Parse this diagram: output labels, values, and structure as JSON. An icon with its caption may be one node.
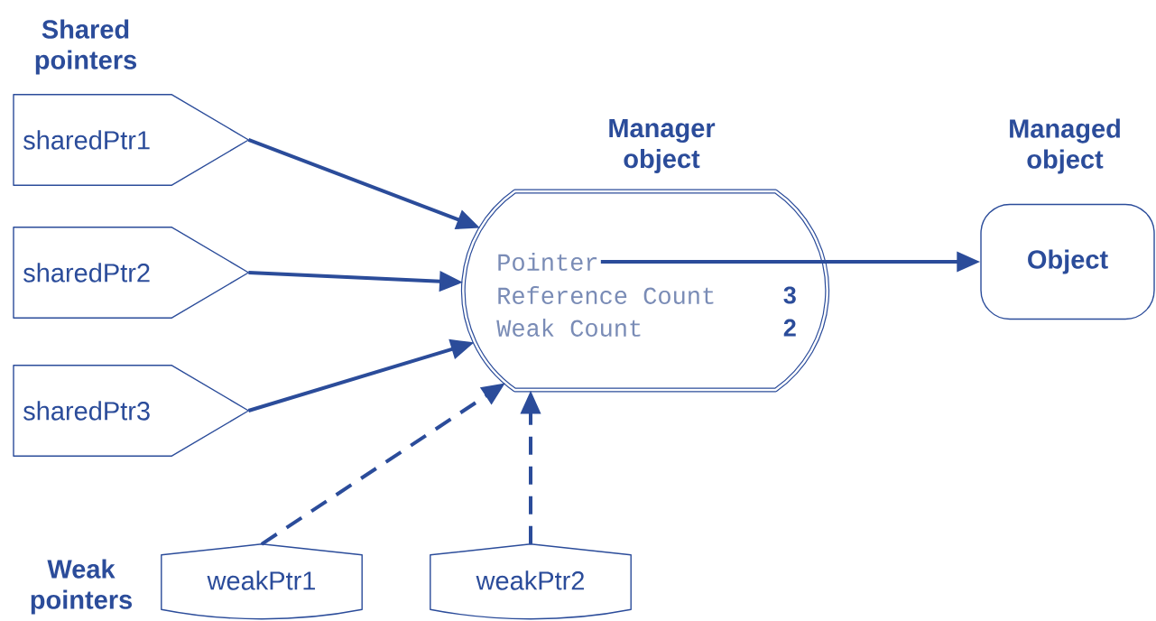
{
  "diagram": {
    "nodes": [
      {
        "text": [
          "sharedPtr1"
        ]
      },
      {
        "text": [
          "sharedPtr2"
        ]
      },
      {
        "text": [
          "sharedPtr3"
        ]
      },
      {
        "text": [
          "Manager object",
          "Reference Count",
          "3",
          "Weak Count",
          "2"
        ]
      },
      {
        "text": [
          "Pointer"
        ],
        "in": 3
      },
      {
        "text": [
          "Managed object",
          "Object"
        ]
      },
      {
        "text": [
          "weakPtr1"
        ]
      },
      {
        "text": [
          "weakPtr2"
        ]
      }
    ],
    "edges": [
      {
        "from": 0,
        "to": 3,
        "arrow": "to"
      },
      {
        "from": 1,
        "to": 3,
        "arrow": "to"
      },
      {
        "from": 2,
        "to": 3,
        "arrow": "to"
      },
      {
        "from": 6,
        "to": 3,
        "arrow": "to",
        "style": "dashed"
      },
      {
        "from": 7,
        "to": 3,
        "arrow": "to",
        "style": "dashed"
      },
      {
        "from": 4,
        "to": 5,
        "arrow": "to"
      }
    ],
    "labels": [
      "Shared pointers",
      "Weak pointers"
    ]
  }
}
